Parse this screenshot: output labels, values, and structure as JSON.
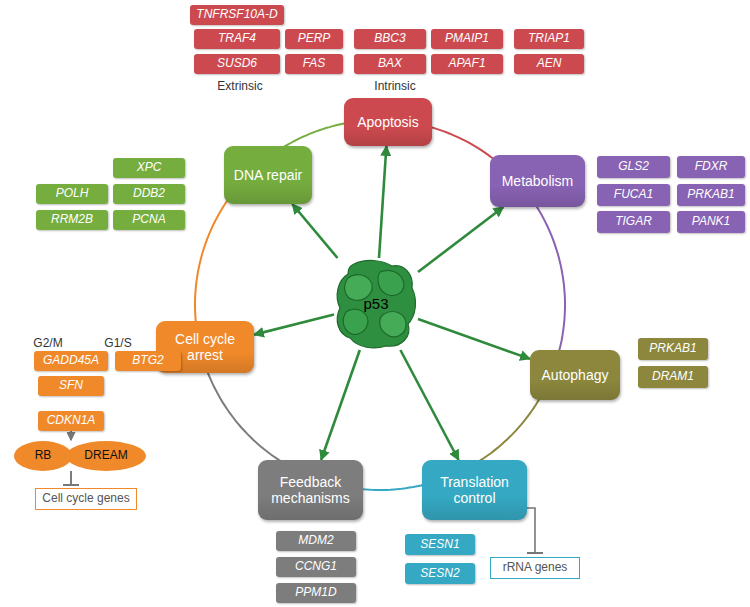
{
  "diagram": {
    "nodes": [
      {
        "text": [
          "TNFRSF10A-D"
        ]
      },
      {
        "text": [
          "TRAF4"
        ]
      },
      {
        "text": [
          "PERP"
        ]
      },
      {
        "text": [
          "SUSD6"
        ]
      },
      {
        "text": [
          "FAS"
        ]
      },
      {
        "text": [
          "BBC3"
        ]
      },
      {
        "text": [
          "PMAIP1"
        ]
      },
      {
        "text": [
          "BAX"
        ]
      },
      {
        "text": [
          "APAF1"
        ]
      },
      {
        "text": [
          "TRIAP1"
        ]
      },
      {
        "text": [
          "AEN"
        ]
      },
      {
        "text": [
          "Apoptosis"
        ]
      },
      {
        "text": [
          "XPC"
        ]
      },
      {
        "text": [
          "POLH"
        ]
      },
      {
        "text": [
          "DDB2"
        ]
      },
      {
        "text": [
          "RRM2B"
        ]
      },
      {
        "text": [
          "PCNA"
        ]
      },
      {
        "text": [
          "DNA repair"
        ]
      },
      {
        "text": [
          "GLS2"
        ]
      },
      {
        "text": [
          "FDXR"
        ]
      },
      {
        "text": [
          "FUCA1"
        ]
      },
      {
        "text": [
          "PRKAB1"
        ]
      },
      {
        "text": [
          "TIGAR"
        ]
      },
      {
        "text": [
          "PANK1"
        ]
      },
      {
        "text": [
          "Metabolism"
        ]
      },
      {
        "text": [
          "p53"
        ]
      },
      {
        "text": [
          "Cell cycle arrest"
        ]
      },
      {
        "text": [
          "Autophagy"
        ]
      },
      {
        "text": [
          "PRKAB1"
        ]
      },
      {
        "text": [
          "DRAM1"
        ]
      },
      {
        "text": [
          "GADD45A"
        ]
      },
      {
        "text": [
          "BTG2"
        ]
      },
      {
        "text": [
          "SFN"
        ]
      },
      {
        "text": [
          "CDKN1A"
        ]
      },
      {
        "text": [
          "RB"
        ]
      },
      {
        "text": [
          "DREAM"
        ]
      },
      {
        "text": [
          "Cell cycle genes"
        ]
      },
      {
        "text": [
          "Feedback mechanisms"
        ]
      },
      {
        "text": [
          "Translation control"
        ]
      },
      {
        "text": [
          "MDM2"
        ]
      },
      {
        "text": [
          "CCNG1"
        ]
      },
      {
        "text": [
          "PPM1D"
        ]
      },
      {
        "text": [
          "SESN1"
        ]
      },
      {
        "text": [
          "SESN2"
        ]
      },
      {
        "text": [
          "rRNA genes"
        ]
      }
    ],
    "edges": [
      {
        "from": 25,
        "to": 11,
        "arrow": "to"
      },
      {
        "from": 25,
        "to": 24,
        "arrow": "to"
      },
      {
        "from": 25,
        "to": 27,
        "arrow": "to"
      },
      {
        "from": 25,
        "to": 38,
        "arrow": "to"
      },
      {
        "from": 25,
        "to": 37,
        "arrow": "to"
      },
      {
        "from": 25,
        "to": 26,
        "arrow": "to"
      },
      {
        "from": 25,
        "to": 17,
        "arrow": "to"
      },
      {
        "from": 33,
        "to": 34,
        "arrow": "to"
      },
      {
        "from": 33,
        "to": 35,
        "arrow": "to"
      },
      {
        "from": 34,
        "to": 36,
        "arrow": "to"
      },
      {
        "from": 35,
        "to": 36,
        "arrow": "to"
      },
      {
        "from": 38,
        "to": 44,
        "arrow": "to"
      },
      {
        "from": 11,
        "to": 24,
        "arrow": "none"
      },
      {
        "from": 24,
        "to": 27,
        "arrow": "none"
      },
      {
        "from": 27,
        "to": 38,
        "arrow": "none"
      },
      {
        "from": 38,
        "to": 37,
        "arrow": "none"
      },
      {
        "from": 37,
        "to": 26,
        "arrow": "none"
      },
      {
        "from": 26,
        "to": 17,
        "arrow": "none"
      },
      {
        "from": 17,
        "to": 11,
        "arrow": "none"
      }
    ],
    "labels": [
      "Extrinsic",
      "Intrinsic",
      "G2/M",
      "G1/S"
    ]
  }
}
